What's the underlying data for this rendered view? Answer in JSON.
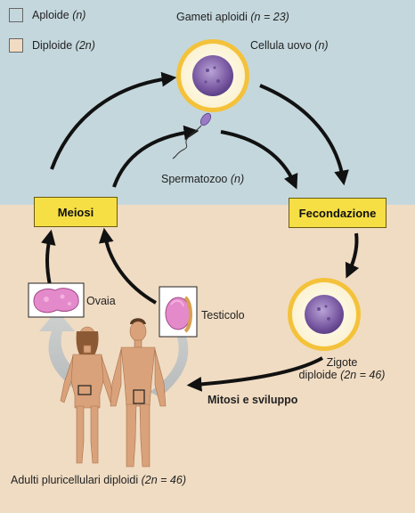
{
  "legend": {
    "haploid": {
      "label": "Aploide",
      "ploidy": "(n)",
      "color": "#c4d7dd"
    },
    "diploid": {
      "label": "Diploide",
      "ploidy": "(2n)",
      "color": "#f0dcc3"
    }
  },
  "labels": {
    "gametes_title": "Gameti aploidi",
    "gametes_ploidy": "(n = 23)",
    "egg_cell": "Cellula uovo",
    "egg_ploidy": "(n)",
    "sperm": "Spermatozoo",
    "sperm_ploidy": "(n)",
    "ovary": "Ovaia",
    "testis": "Testicolo",
    "zygote_line1": "Zigote",
    "zygote_line2": "diploide",
    "zygote_ploidy": "(2n = 46)",
    "mitosis": "Mitosi e sviluppo",
    "adults": "Adulti pluricellulari diploidi",
    "adults_ploidy": "(2n = 46)"
  },
  "processes": {
    "meiosis": "Meiosi",
    "fertilization": "Fecondazione"
  },
  "colors": {
    "process_box": "#f6df44",
    "cell_membrane": "#f4c23a",
    "nucleus": "#7a5aa3",
    "ovary": "#e48acb",
    "skin": "#d9a27a"
  }
}
